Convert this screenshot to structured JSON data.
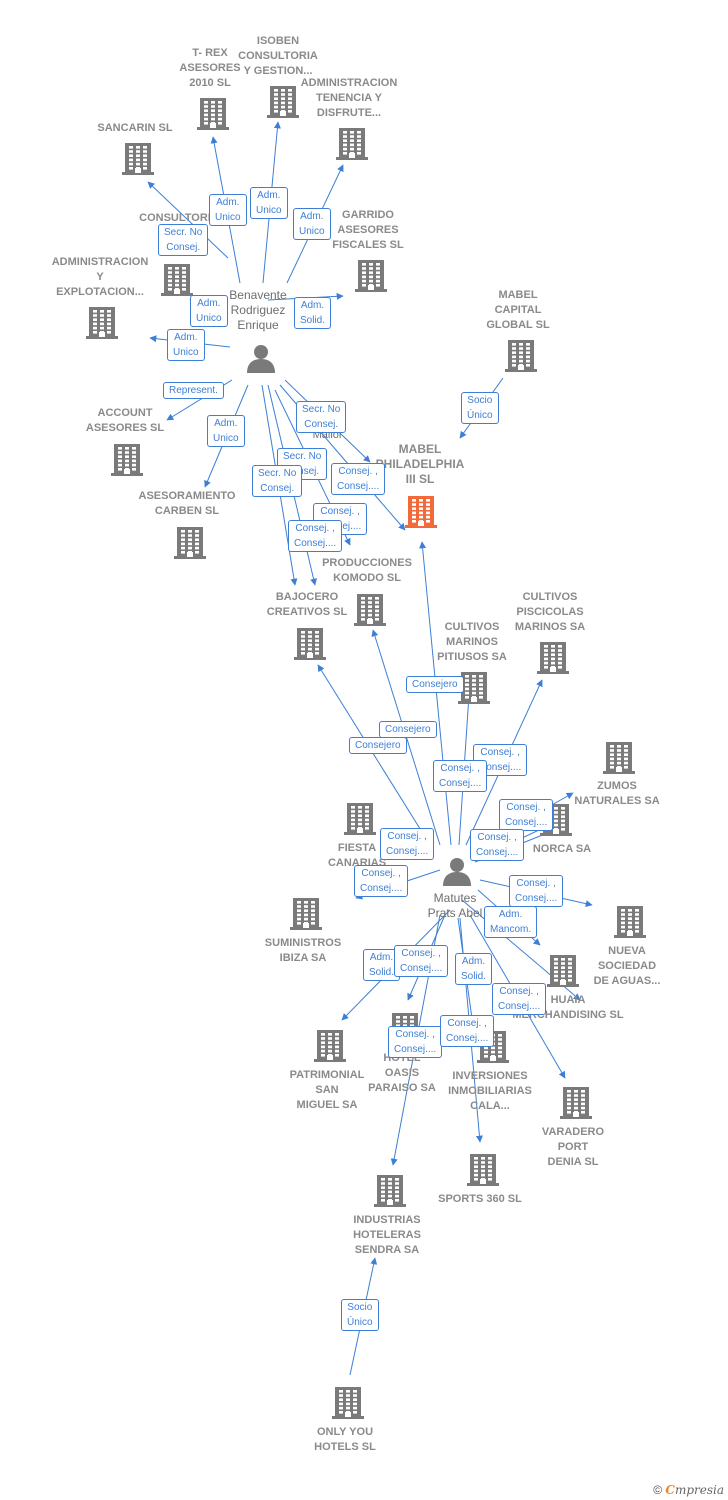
{
  "colors": {
    "node": "#7a7a7a",
    "focus": "#f26a3a",
    "edge": "#3d7fd6"
  },
  "companies": [
    {
      "id": "trex",
      "label": "T- REX\nASESORES\n2010 SL"
    },
    {
      "id": "isoben",
      "label": "ISOBEN\nCONSULTORIA\nY GESTION..."
    },
    {
      "id": "admtenencia",
      "label": "ADMINISTRACION\nTENENCIA Y\nDISFRUTE..."
    },
    {
      "id": "sancarin",
      "label": "SANCARIN SL"
    },
    {
      "id": "consultori",
      "label": "CONSULTORI\nIN\nCA"
    },
    {
      "id": "garrido",
      "label": "GARRIDO\nASESORES\nFISCALES SL"
    },
    {
      "id": "admexplot",
      "label": "ADMINISTRACION\nY\nEXPLOTACION..."
    },
    {
      "id": "mabelcapital",
      "label": "MABEL\nCAPITAL\nGLOBAL SL"
    },
    {
      "id": "account",
      "label": "ACCOUNT\nASESORES SL"
    },
    {
      "id": "mabelphil",
      "label": "MABEL\nPHILADELPHIA\nIII SL"
    },
    {
      "id": "carben",
      "label": "ASESORAMIENTO\nCARBEN SL"
    },
    {
      "id": "komodo",
      "label": "PRODUCCIONES\nKOMODO SL"
    },
    {
      "id": "bajocero",
      "label": "BAJOCERO\nCREATIVOS SL"
    },
    {
      "id": "pitiusos",
      "label": "CULTIVOS\nMARINOS\nPITIUSOS SA"
    },
    {
      "id": "piscicolas",
      "label": "CULTIVOS\nPISCICOLAS\nMARINOS SA"
    },
    {
      "id": "zumos",
      "label": "ZUMOS\nNATURALES SA"
    },
    {
      "id": "fiesta",
      "label": "FIESTA\nCANARIAS"
    },
    {
      "id": "norca",
      "label": "NORCA SA"
    },
    {
      "id": "suministros",
      "label": "SUMINISTROS\nIBIZA SA"
    },
    {
      "id": "nuevasoc",
      "label": "NUEVA\nSOCIEDAD\nDE AGUAS..."
    },
    {
      "id": "ushuaia",
      "label": "HUAIA\nMERCHANDISING SL"
    },
    {
      "id": "patrimonial",
      "label": "PATRIMONIAL\nSAN\nMIGUEL SA"
    },
    {
      "id": "oasis",
      "label": "HOTEL\nOASIS\nPARAISO SA"
    },
    {
      "id": "inversiones",
      "label": "INVERSIONES\nINMOBILIARIAS\nCALA..."
    },
    {
      "id": "varadero",
      "label": "VARADERO\nPORT\nDENIA SL"
    },
    {
      "id": "sports",
      "label": "SPORTS 360 SL"
    },
    {
      "id": "industrias",
      "label": "INDUSTRIAS\nHOTELERAS\nSENDRA SA"
    },
    {
      "id": "onlyyou",
      "label": "ONLY YOU\nHOTELS SL"
    }
  ],
  "persons": [
    {
      "id": "benavente",
      "label": "Benavente\nRodriguez\nEnrique"
    },
    {
      "id": "mallol",
      "label": "Mallol"
    },
    {
      "id": "matutes",
      "label": "Matutes\nPrats Abel"
    }
  ],
  "edge_labels": [
    {
      "id": "e1",
      "text": "Adm.\nUnico"
    },
    {
      "id": "e2",
      "text": "Adm.\nUnico"
    },
    {
      "id": "e3",
      "text": "Adm.\nUnico"
    },
    {
      "id": "e4",
      "text": "Secr. No\nConsej."
    },
    {
      "id": "e5",
      "text": "Adm.\nUnico"
    },
    {
      "id": "e6",
      "text": "Adm.\nSolid."
    },
    {
      "id": "e7",
      "text": "Adm.\nUnico"
    },
    {
      "id": "e8",
      "text": "Represent."
    },
    {
      "id": "e9",
      "text": "Adm.\nUnico"
    },
    {
      "id": "e10",
      "text": "Secr. No\nConsej."
    },
    {
      "id": "e11",
      "text": "Secr. No\nConsej."
    },
    {
      "id": "e12",
      "text": "Secr. No\nConsej."
    },
    {
      "id": "e13",
      "text": "Consej. ,\nConsej...."
    },
    {
      "id": "e14",
      "text": "Consej. ,\nConsej...."
    },
    {
      "id": "e15",
      "text": "Consej. ,\nConsej...."
    },
    {
      "id": "e16",
      "text": "Socio\nÚnico"
    },
    {
      "id": "e17",
      "text": "Consejero"
    },
    {
      "id": "e18",
      "text": "Consejero"
    },
    {
      "id": "e19",
      "text": "Consejero"
    },
    {
      "id": "e20",
      "text": "Consej. ,\nConsej...."
    },
    {
      "id": "e21",
      "text": "Consej. ,\nConsej...."
    },
    {
      "id": "e22",
      "text": "Consej. ,\nConsej...."
    },
    {
      "id": "e23",
      "text": "Consej. ,\nConsej...."
    },
    {
      "id": "e24",
      "text": "Consej. ,\nConsej...."
    },
    {
      "id": "e25",
      "text": "Consej. ,\nConsej...."
    },
    {
      "id": "e26",
      "text": "Consej. ,\nConsej...."
    },
    {
      "id": "e27",
      "text": "Adm.\nMancom."
    },
    {
      "id": "e28",
      "text": "Adm.\nSolid."
    },
    {
      "id": "e29",
      "text": "Consej. ,\nConsej...."
    },
    {
      "id": "e30",
      "text": "Adm.\nSolid."
    },
    {
      "id": "e31",
      "text": "Consej. ,\nConsej...."
    },
    {
      "id": "e32",
      "text": "Consej. ,\nConsej...."
    },
    {
      "id": "e33",
      "text": "Consej. ,\nConsej...."
    },
    {
      "id": "e34",
      "text": "Socio\nÚnico"
    }
  ],
  "footer": {
    "copyright": "©",
    "brand_first": "C",
    "brand_rest": "mpresia"
  }
}
